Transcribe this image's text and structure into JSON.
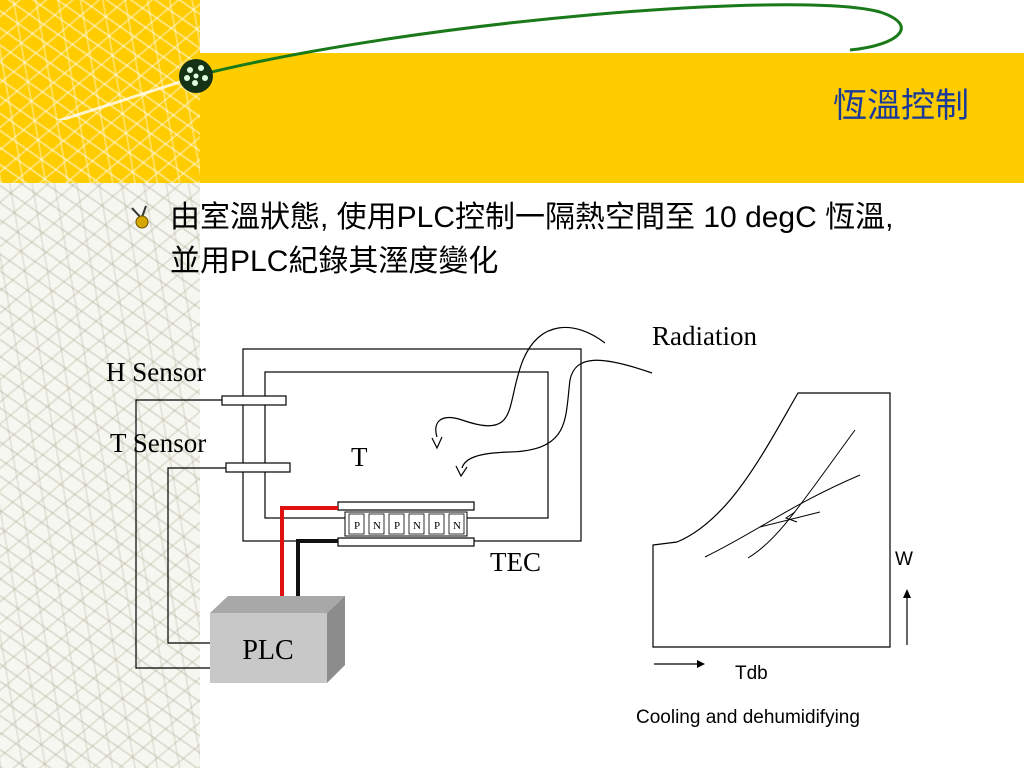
{
  "slide": {
    "title": "恆溫控制",
    "bullet": "由室溫狀態, 使用PLC控制一隔熱空間至 10 degC 恆溫, 並用PLC紀錄其溼度變化"
  },
  "diagram": {
    "radiation_label": "Radiation",
    "h_sensor_label": "H Sensor",
    "t_sensor_label": "T Sensor",
    "t_label": "T",
    "tec_label": "TEC",
    "plc_label": "PLC",
    "tec_cells": [
      "P",
      "N",
      "P",
      "N",
      "P",
      "N"
    ]
  },
  "chart": {
    "w_label": "W",
    "tdb_label": "Tdb",
    "caption": "Cooling and dehumidifying"
  },
  "colors": {
    "title_bar": "#ffcc00",
    "title_text": "#1a3a9a",
    "arc": "#1a7a1a",
    "red_wire": "#e01010",
    "black_wire": "#111111",
    "plc_box": "#c8c8c8"
  }
}
